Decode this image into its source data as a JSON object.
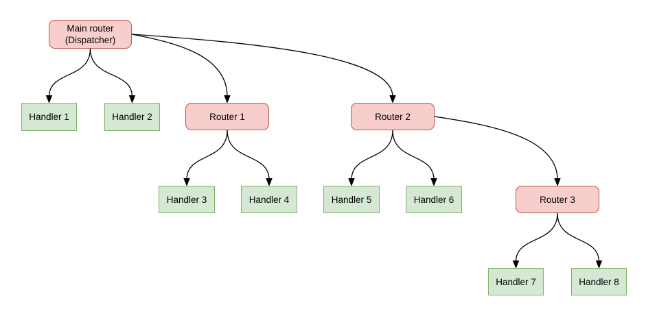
{
  "diagram": {
    "type": "flowchart",
    "background": "#ffffff",
    "colors": {
      "router_fill": "#f8cecc",
      "router_border": "#b85450",
      "handler_fill": "#d5e8d4",
      "handler_border": "#82b366",
      "edge": "#000000",
      "text": "#000000"
    },
    "nodes": [
      {
        "id": "main",
        "label": "Main router\n(Dispatcher)",
        "type": "router"
      },
      {
        "id": "h1",
        "label": "Handler 1",
        "type": "handler"
      },
      {
        "id": "h2",
        "label": "Handler 2",
        "type": "handler"
      },
      {
        "id": "r1",
        "label": "Router 1",
        "type": "router"
      },
      {
        "id": "r2",
        "label": "Router 2",
        "type": "router"
      },
      {
        "id": "h3",
        "label": "Handler 3",
        "type": "handler"
      },
      {
        "id": "h4",
        "label": "Handler 4",
        "type": "handler"
      },
      {
        "id": "h5",
        "label": "Handler 5",
        "type": "handler"
      },
      {
        "id": "h6",
        "label": "Handler 6",
        "type": "handler"
      },
      {
        "id": "r3",
        "label": "Router 3",
        "type": "router"
      },
      {
        "id": "h7",
        "label": "Handler 7",
        "type": "handler"
      },
      {
        "id": "h8",
        "label": "Handler 8",
        "type": "handler"
      }
    ],
    "edges": [
      {
        "from": "main",
        "to": "h1"
      },
      {
        "from": "main",
        "to": "h2"
      },
      {
        "from": "main",
        "to": "r1"
      },
      {
        "from": "main",
        "to": "r2"
      },
      {
        "from": "r1",
        "to": "h3"
      },
      {
        "from": "r1",
        "to": "h4"
      },
      {
        "from": "r2",
        "to": "h5"
      },
      {
        "from": "r2",
        "to": "h6"
      },
      {
        "from": "r2",
        "to": "r3"
      },
      {
        "from": "r3",
        "to": "h7"
      },
      {
        "from": "r3",
        "to": "h8"
      }
    ]
  }
}
